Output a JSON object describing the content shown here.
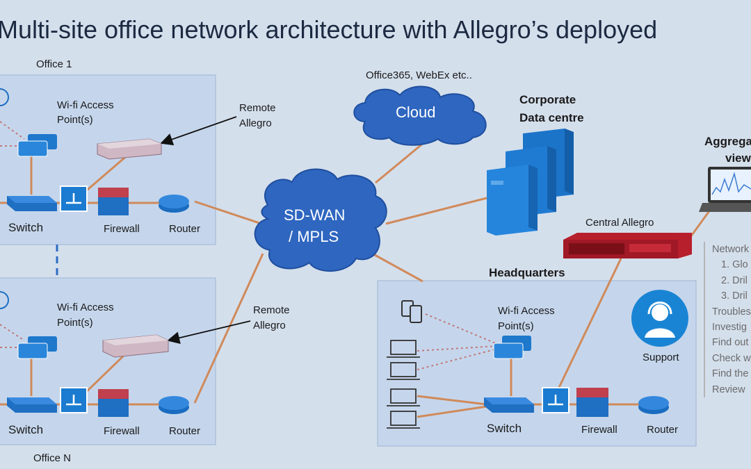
{
  "title": "Multi-site office network architecture with Allegro’s deployed",
  "office1": {
    "name": "Office 1",
    "wifi_line1": "Wi-fi Access",
    "wifi_line2": "Point(s)",
    "remote_line1": "Remote",
    "remote_line2": "Allegro",
    "switch": "Switch",
    "firewall": "Firewall",
    "router": "Router"
  },
  "officeN": {
    "name": "Office N",
    "wifi_line1": "Wi-fi Access",
    "wifi_line2": "Point(s)",
    "remote_line1": "Remote",
    "remote_line2": "Allegro",
    "switch": "Switch",
    "firewall": "Firewall",
    "router": "Router"
  },
  "cloud": {
    "caption": "Office365, WebEx etc..",
    "label": "Cloud"
  },
  "wan": {
    "line1": "SD-WAN",
    "line2": "/ MPLS"
  },
  "datacentre": {
    "line1": "Corporate",
    "line2": "Data centre"
  },
  "central_allegro": "Central Allegro",
  "aggregated": {
    "line1": "Aggrega",
    "line2": "view"
  },
  "hq": {
    "title": "Headquarters",
    "wifi_line1": "Wi-fi Access",
    "wifi_line2": "Point(s)",
    "support": "Support",
    "switch": "Switch",
    "firewall": "Firewall",
    "router": "Router"
  },
  "steps": [
    "Network",
    "1. Glo",
    "2. Dril",
    "3. Dril",
    "Troubles",
    "Investig",
    "Find out",
    "Check w",
    "Find the",
    "Review"
  ],
  "colors": {
    "background": "#d4dfec",
    "panel": "#c5d6ec",
    "device_blue": "#1f6fc2",
    "link": "#d08a5a",
    "allegro": "#8a2332"
  }
}
